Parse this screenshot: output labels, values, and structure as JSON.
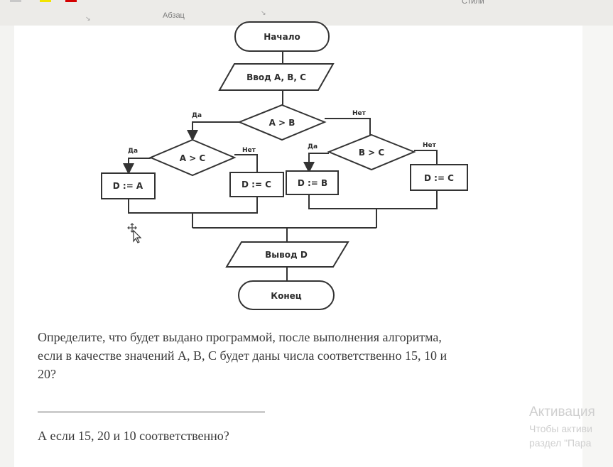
{
  "ribbon": {
    "paragraph_label": "Абзац",
    "styles_label": "Стили",
    "swatch_colors": [
      "#c8c8c8",
      "#f2e400",
      "#d40000"
    ]
  },
  "flowchart": {
    "start": "Начало",
    "input": "Ввод A, B, C",
    "cond_ab": "A > B",
    "cond_ac": "A > C",
    "cond_bc": "B > C",
    "yes": "Да",
    "no": "Нет",
    "assign_da": "D := A",
    "assign_dc": "D := C",
    "assign_db": "D := B",
    "output": "Вывод D",
    "end": "Конец"
  },
  "question": {
    "line1": "Определите, что будет выдано программой, после выполнения алгоритма,",
    "line2": "если в качестве значений A, B, C будет даны числа соответственно 15, 10 и",
    "line3": "20?",
    "second": "А если 15, 20 и 10 соответственно?"
  },
  "watermark": {
    "title": "Активация",
    "line1": "Чтобы активи",
    "line2": "раздел \"Пара"
  }
}
